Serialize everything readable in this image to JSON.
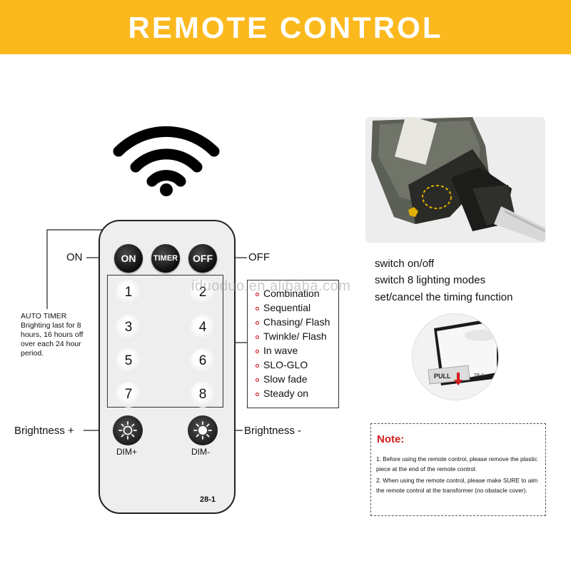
{
  "banner": {
    "title": "REMOTE CONTROL"
  },
  "remote": {
    "top_buttons": {
      "on": "ON",
      "timer": "TIMER",
      "off": "OFF"
    },
    "number_keys": [
      "1",
      "2",
      "3",
      "4",
      "5",
      "6",
      "7",
      "8"
    ],
    "dim_plus": "DIM+",
    "dim_minus": "DIM-",
    "model": "28-1"
  },
  "labels": {
    "on": "ON",
    "off": "OFF",
    "brightness_plus": "Brightness +",
    "brightness_minus": "Brightness -"
  },
  "auto_timer": {
    "title": "AUTO TIMER",
    "text": "Brighting last for 8 hours, 16 hours off over each 24 hour period."
  },
  "modes": [
    "Combination",
    "Sequential",
    "Chasing/ Flash",
    "Twinkle/ Flash",
    "In wave",
    "SLO-GLO",
    "Slow fade",
    "Steady on"
  ],
  "watermark": "iduoduo.en.alibaba.com",
  "descriptions": [
    "switch on/off",
    "switch 8 lighting modes",
    "set/cancel the timing function"
  ],
  "pull_tab": "PULL",
  "note": {
    "title": "Note:",
    "items": [
      "1. Before using the remote control, please remove the plastic piece at the end of the remote control.",
      "2. When using the remote control, please make SURE to aim the remote control at the transformer (no obstacle cover)."
    ]
  },
  "colors": {
    "banner": "#fbb91e",
    "note_title": "#d21d1d",
    "bullet": "#cc0000"
  }
}
